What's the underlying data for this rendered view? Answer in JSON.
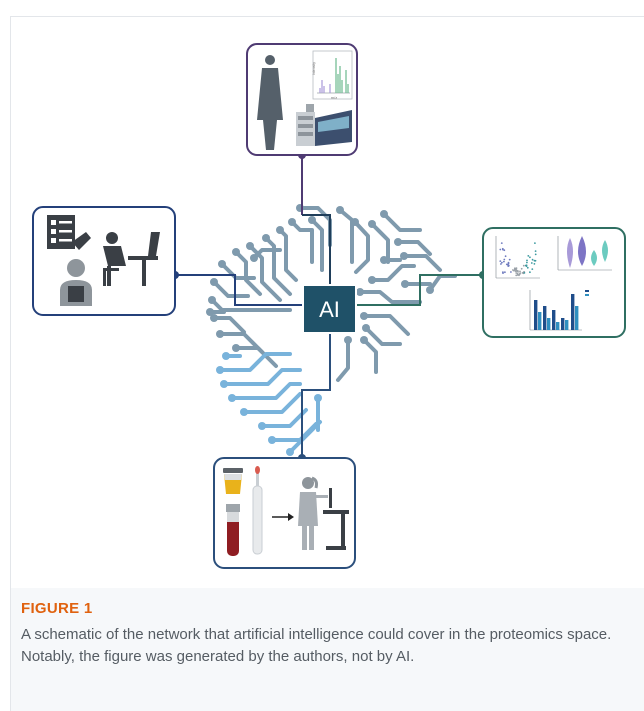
{
  "center_label": "AI",
  "mass_spec_plot": {
    "xlabel": "m/z",
    "ylabel": "Intensity"
  },
  "caption": {
    "title": "FIGURE 1",
    "text": "A schematic of the network that artificial intelligence could cover in the proteomics space. Notably, the figure was generated by the authors, not by AI."
  },
  "colors": {
    "top_box": "#4f3b73",
    "left_box": "#24407a",
    "right_box": "#2f6f62",
    "bottom_box": "#2b4f7c",
    "ai_box": "#1f5168",
    "circuit_upper": "#7f9aad",
    "circuit_lower": "#79b3db",
    "caption_title": "#e0620f"
  },
  "icons": [
    "scientist-icon",
    "mass-spectrometer-icon",
    "checklist-icon",
    "stressed-person-icon",
    "patient-reading-icon",
    "volcano-plot-icon",
    "violin-plot-icon",
    "bar-chart-icon",
    "sample-cup-icon",
    "swab-icon",
    "blood-tube-icon",
    "lab-technician-icon"
  ]
}
